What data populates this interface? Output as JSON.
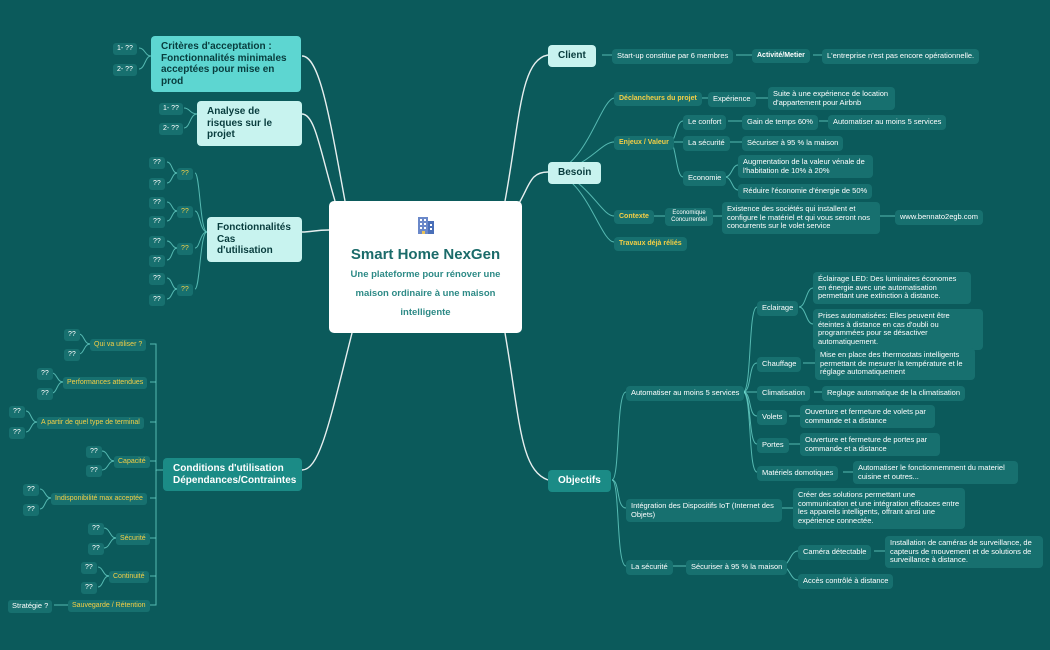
{
  "central": {
    "icon": "office-building-icon",
    "title": "Smart Home NexGen",
    "subtitle": "Une plateforme pour rénover une maison ordinaire à une maison intelligente"
  },
  "client": {
    "label": "Client",
    "startup": "Start-up constitue par 6 membres",
    "activite_label": "Activité/Metier",
    "activite": "L'entreprise n'est pas encore opérationnelle."
  },
  "besoin": {
    "label": "Besoin",
    "declencheurs": "Déclancheurs du projet",
    "experience": "Expérience",
    "experience_text": "Suite à une expérience de location d'appartement pour Airbnb",
    "enjeux": "Enjeux / Valeur",
    "confort": "Le confort",
    "gain": "Gain de temps 60%",
    "automatiser": "Automatiser au moins 5 services",
    "securite": "La sécurité",
    "securiser": "Sécuriser à 95 % la maison",
    "economie": "Economie",
    "augmentation": "Augmentation de la valeur vénale de l'habitation de 10% à 20%",
    "reduire": "Réduire l'économie d'énergie de 50%",
    "contexte": "Contexte",
    "concurrentiel": "Economique Concurrentiel",
    "existence": "Existence des sociétés qui installent et configure le matériel et qui vous seront nos concurrents sur le volet service",
    "website": "www.bennato2egb.com",
    "travaux": "Travaux déjà réliés"
  },
  "objectifs": {
    "label": "Objectifs",
    "automatiser": "Automatiser au moins 5 services",
    "eclairage": "Eclairage",
    "eclairage_led": "Éclairage LED: Des luminaires économes en énergie avec une automatisation permettant une extinction à distance.",
    "prises": "Prises automatisées: Elles peuvent être éteintes à distance en cas d'oubli ou programmées pour se désactiver automatiquement.",
    "chauffage": "Chauffage",
    "chauffage_text": "Mise en place des thermostats intelligents permettant de mesurer la température et le réglage automatiquement",
    "climatisation": "Climatisation",
    "climatisation_text": "Reglage automatique de la climatisation",
    "volets": "Volets",
    "volets_text": "Ouverture et fermeture de volets par commande et a distance",
    "portes": "Portes",
    "portes_text": "Ouverture et fermeture de portes par commande et a distance",
    "materiels": "Matériels domotiques",
    "materiels_text": "Automatiser le fonctionnemment du materiel cuisine et outres...",
    "integration": "Intégration des Dispositifs IoT (Internet des Objets)",
    "integration_text": "Créer des solutions permettant une communication et une intégration efficaces entre les appareils intelligents, offrant ainsi une expérience connectée.",
    "securite": "La sécurité",
    "securiser": "Sécuriser à 95 % la maison",
    "camera": "Caméra détectable",
    "camera_text": "Installation de caméras de surveillance, de capteurs de mouvement et de solutions de surveillance à distance.",
    "acces": "Accès contrôlé à distance"
  },
  "criteres": {
    "label": "Critères d'acceptation : Fonctionnalités minimales acceptées pour mise en prod",
    "items": [
      "1- ??",
      "2- ??"
    ]
  },
  "risques": {
    "label": "Analyse de risques sur le projet",
    "items": [
      "1- ??",
      "2- ??"
    ]
  },
  "fonctionnalites": {
    "label": "Fonctionnalités Cas d'utilisation",
    "q": "??"
  },
  "conditions": {
    "label": "Conditions d'utilisation Dépendances/Contraintes",
    "qui": "Qui va utiliser ?",
    "performances": "Performances attendues",
    "terminal": "A partir de quel type de terminal",
    "capacite": "Capacité",
    "indisponibilite": "Indisponibilité max acceptée",
    "securite": "Sécurité",
    "continuite": "Continuité",
    "sauvegarde": "Sauvegarde / Rétention",
    "strategie": "Stratégie ?",
    "q": "??"
  }
}
